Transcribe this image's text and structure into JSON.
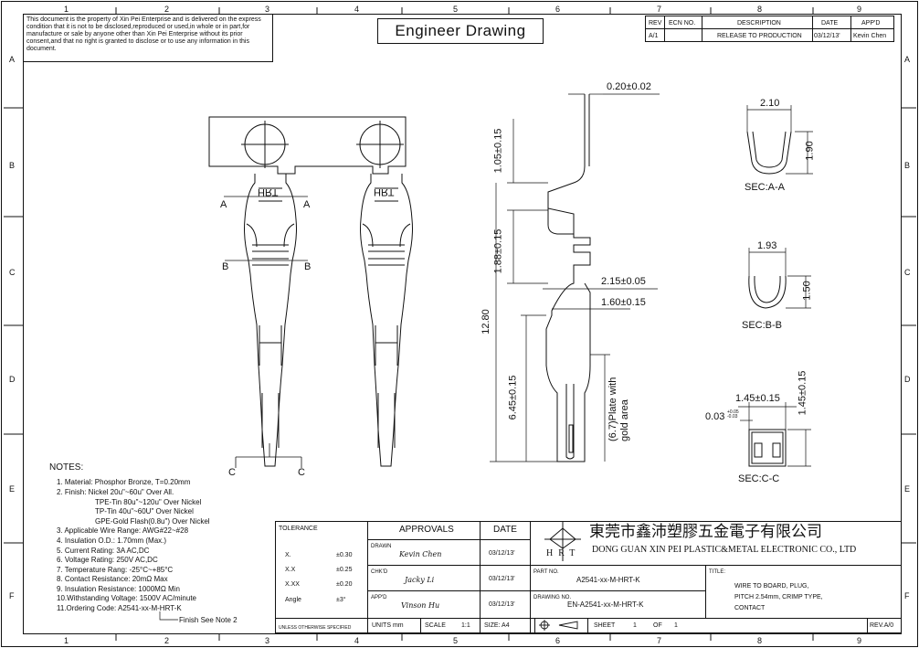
{
  "notice": "This document is the property of Xin Pei Enterprise and is delivered on the express condition that it is not to be disclosed,reproduced or used,in whole or in part,for manufacture or sale by anyone other than Xin Pei Enterprise without its prior consent,and that no right is granted to disclose or to use any information in this document.",
  "title": "Engineer Drawing",
  "grid": {
    "cols": [
      "1",
      "2",
      "3",
      "4",
      "5",
      "6",
      "7",
      "8",
      "9"
    ],
    "rows": [
      "A",
      "B",
      "C",
      "D",
      "E",
      "F"
    ]
  },
  "revision": {
    "headers": [
      "REV",
      "ECN NO.",
      "DESCRIPTION",
      "DATE",
      "APP'D"
    ],
    "row": [
      "A/1",
      "",
      "RELEASE TO PRODUCTION",
      "03/12/13'",
      "Kevin Chen"
    ]
  },
  "front_view": {
    "logo_text": "HRT",
    "section_letters": {
      "a": "A",
      "b": "B",
      "c": "C"
    }
  },
  "side_view": {
    "dims": {
      "thickness": "0.20±0.02",
      "d1": "1.05±0.15",
      "d2": "1.88±0.15",
      "d3": "2.15±0.05",
      "d4": "1.60±0.15",
      "overall": "12.80",
      "d5": "6.45±0.15",
      "plate_note": "(6.7)Plate with gold area"
    }
  },
  "sections": {
    "aa": {
      "width": "2.10",
      "height": "1.90",
      "label": "SEC:A-A"
    },
    "bb": {
      "width": "1.93",
      "height": "1.50",
      "label": "SEC:B-B"
    },
    "cc": {
      "width": "1.45±0.15",
      "height": "1.45±0.15",
      "gap": "0.03",
      "gap_tol": "+0.05 -0.03",
      "label": "SEC:C-C"
    }
  },
  "notes": {
    "heading": "NOTES:",
    "items": [
      "1. Material: Phosphor Bronze, T=0.20mm",
      "2. Finish: Nickel 20u\"~60u\" Over All.",
      "TPE-Tin 80u\"~120u\" Over Nickel",
      "TP-Tin 40u\"~60U\" Over Nickel",
      "GPE-Gold Flash(0.8u\") Over Nickel",
      "3. Applicable Wire Range: AWG#22~#28",
      "4. Insulation O.D.: 1.70mm (Max.)",
      "5. Current Rating: 3A AC,DC",
      "6. Voltage Rating: 250V AC,DC",
      "7. Temperature Rang: -25°C~+85°C",
      "8. Contact Resistance: 20mΩ Max",
      "9. Insulation Resistance: 1000MΩ Min",
      "10.Withstanding Voltage: 1500V AC/minute",
      "11.Ordering Code: A2541-xx-M-HRT-K"
    ],
    "finish_callout": "Finish See Note 2"
  },
  "tolerance": {
    "heading": "TOLERANCE",
    "rows": [
      [
        "X.",
        "±0.30"
      ],
      [
        "X.X",
        "±0.25"
      ],
      [
        "X.XX",
        "±0.20"
      ],
      [
        "Angle",
        "±3°"
      ]
    ],
    "footer": "UNLESS OTHERWISE SPECIFIED"
  },
  "approvals": {
    "heading": "APPROVALS",
    "date_heading": "DATE",
    "rows": [
      {
        "role": "DRAWN",
        "name": "Kevin Chen",
        "date": "03/12/13'"
      },
      {
        "role": "CHK'D",
        "name": "Jacky Li",
        "date": "03/12/13'"
      },
      {
        "role": "APP'D",
        "name": "Vinson Hu",
        "date": "03/12/13'"
      }
    ],
    "units": "UNITS mm",
    "scale_label": "SCALE",
    "scale": "1:1",
    "size": "SIZE: A4"
  },
  "company": {
    "cn": "東莞市鑫沛塑膠五金電子有限公司",
    "en": "DONG GUAN XIN PEI PLASTIC&METAL ELECTRONIC CO., LTD",
    "logo": "HRT"
  },
  "part": {
    "part_label": "PART NO.",
    "part_no": "A2541-xx-M-HRT-K",
    "drawing_label": "DRAWING NO.",
    "drawing_no": "EN-A2541-xx-M-HRT-K",
    "sheet_label": "SHEET",
    "sheet": "1",
    "of_label": "OF",
    "of": "1",
    "title_label": "TITLE:",
    "title_lines": [
      "WIRE TO BOARD, PLUG,",
      "PITCH 2.54mm, CRIMP TYPE,",
      "CONTACT"
    ],
    "rev": "REV.A/0"
  }
}
